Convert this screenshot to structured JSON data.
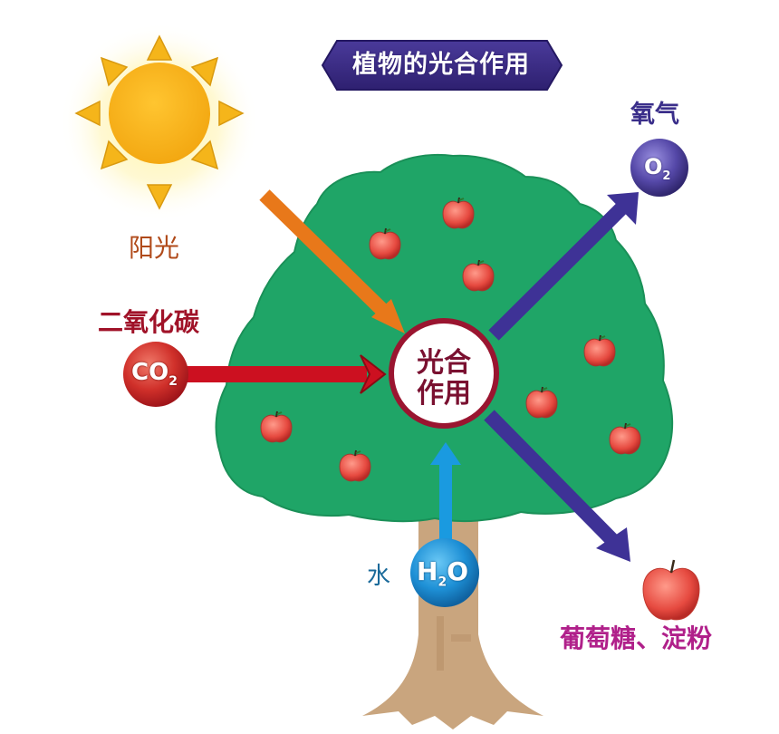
{
  "title": "植物的光合作用",
  "center": {
    "line1": "光合",
    "line2": "作用"
  },
  "inputs": {
    "sunlight": {
      "label": "阳光",
      "color": "#b04a1a",
      "arrow_color": "#e8781a"
    },
    "co2": {
      "label": "二氧化碳",
      "badge": "CO",
      "badge_sub": "2",
      "color": "#a01228",
      "arrow_color": "#cc1020"
    },
    "water": {
      "label": "水",
      "badge": "H",
      "badge_sub": "2",
      "badge_tail": "O",
      "color": "#1a6a9a",
      "arrow_color": "#1a9ae0"
    }
  },
  "outputs": {
    "oxygen": {
      "label": "氧气",
      "badge": "O",
      "badge_sub": "2",
      "color": "#3a2e8a",
      "arrow_color": "#3e3296"
    },
    "products": {
      "label": "葡萄糖、淀粉",
      "color": "#b0208a",
      "arrow_color": "#3e3296"
    }
  },
  "colors": {
    "tree_green": "#1fa567",
    "trunk": "#c8a27a",
    "banner": "#3a2a80",
    "center_ring": "#9a1530",
    "sun": "#f6b51a"
  }
}
